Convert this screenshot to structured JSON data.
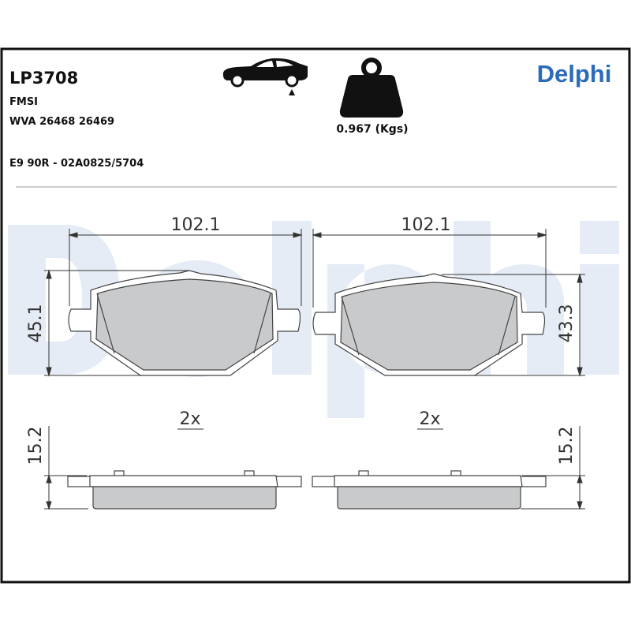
{
  "header": {
    "part_number": "LP3708",
    "fmsi_label": "FMSI",
    "wva": "WVA 26468 26469",
    "approval": "E9 90R - 02A0825/5704",
    "weight": "0.967 (Kgs)",
    "brand": "Delphi",
    "axle_icon": "car-rear-axle-icon",
    "weight_icon": "weight-icon"
  },
  "drawing": {
    "watermark": "Delphi",
    "left_pad": {
      "width": "102.1",
      "height": "45.1",
      "thickness": "15.2",
      "quantity": "2x"
    },
    "right_pad": {
      "width": "102.1",
      "height": "43.3",
      "thickness": "15.2",
      "quantity": "2x"
    }
  },
  "colors": {
    "brand": "#2b6cb8",
    "watermark": "#e6ecf5",
    "friction": "#c8cacc"
  }
}
